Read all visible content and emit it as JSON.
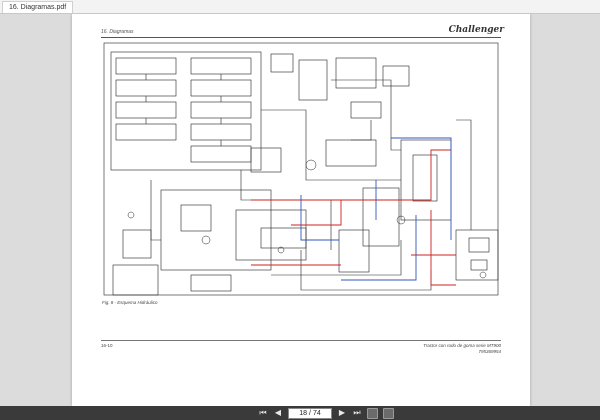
{
  "window": {
    "tab_title": "16. Diagramas.pdf"
  },
  "page": {
    "section_header": "16. Diagramas",
    "brand": "Challenger",
    "figure_caption": "Fig. 8 - Esquema Hidráulico",
    "page_number": "16-10",
    "footer_line1": "Tractor con rodo de goma serie MT900",
    "footer_line2": "795369954"
  },
  "toolbar": {
    "current_page": "18",
    "separator": "/",
    "total_pages": "74",
    "first_icon": "first-page-icon",
    "prev_icon": "prev-page-icon",
    "next_icon": "next-page-icon",
    "last_icon": "last-page-icon"
  },
  "colors": {
    "hydraulic_red": "#cc2222",
    "hydraulic_blue": "#3355bb",
    "line_dark": "#222222",
    "statusbar": "#3a3a3a"
  }
}
